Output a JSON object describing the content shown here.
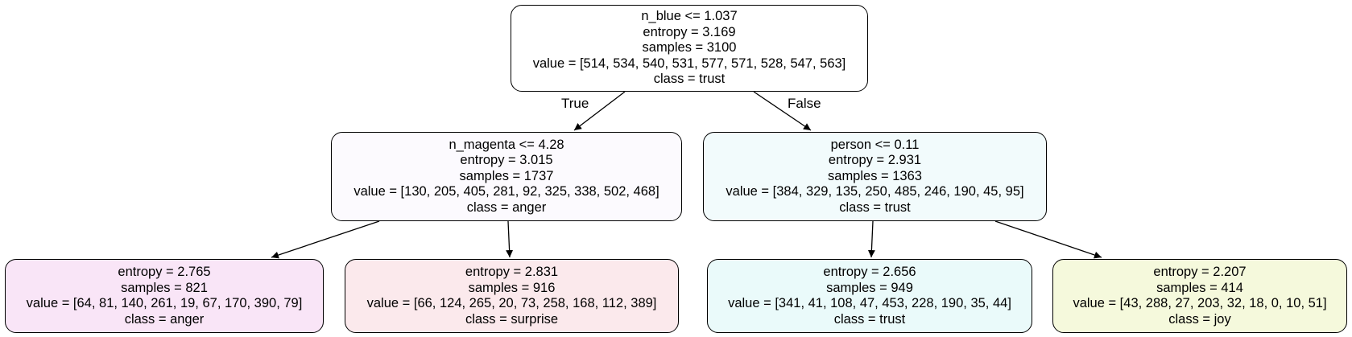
{
  "tree": {
    "nodes": [
      {
        "id": "n0",
        "lines": [
          "n_blue <= 1.037",
          "entropy = 3.169",
          "samples = 3100",
          "value = [514, 534, 540, 531, 577, 571, 528, 547, 563]",
          "class = trust"
        ],
        "fill": "#ffffff"
      },
      {
        "id": "n1",
        "lines": [
          "n_magenta <= 4.28",
          "entropy = 3.015",
          "samples = 1737",
          "value = [130, 205, 405, 281, 92, 325, 338, 502, 468]",
          "class = anger"
        ],
        "fill": "#fcfafe"
      },
      {
        "id": "n2",
        "lines": [
          "person <= 0.11",
          "entropy = 2.931",
          "samples = 1363",
          "value = [384, 329, 135, 250, 485, 246, 190, 45, 95]",
          "class = trust"
        ],
        "fill": "#f2fbfc"
      },
      {
        "id": "n3",
        "lines": [
          "entropy = 2.765",
          "samples = 821",
          "value = [64, 81, 140, 261, 19, 67, 170, 390, 79]",
          "class = anger"
        ],
        "fill": "#f9e5f7"
      },
      {
        "id": "n4",
        "lines": [
          "entropy = 2.831",
          "samples = 916",
          "value = [66, 124, 265, 20, 73, 258, 168, 112, 389]",
          "class = surprise"
        ],
        "fill": "#fbe9ec"
      },
      {
        "id": "n5",
        "lines": [
          "entropy = 2.656",
          "samples = 949",
          "value = [341, 41, 108, 47, 453, 228, 190, 35, 44]",
          "class = trust"
        ],
        "fill": "#eafafa"
      },
      {
        "id": "n6",
        "lines": [
          "entropy = 2.207",
          "samples = 414",
          "value = [43, 288, 27, 203, 32, 18, 0, 10, 51]",
          "class = joy"
        ],
        "fill": "#f5f9dc"
      }
    ],
    "edge_labels": {
      "true": "True",
      "false": "False"
    },
    "edge_color": "#000000",
    "border_color": "#000000"
  }
}
